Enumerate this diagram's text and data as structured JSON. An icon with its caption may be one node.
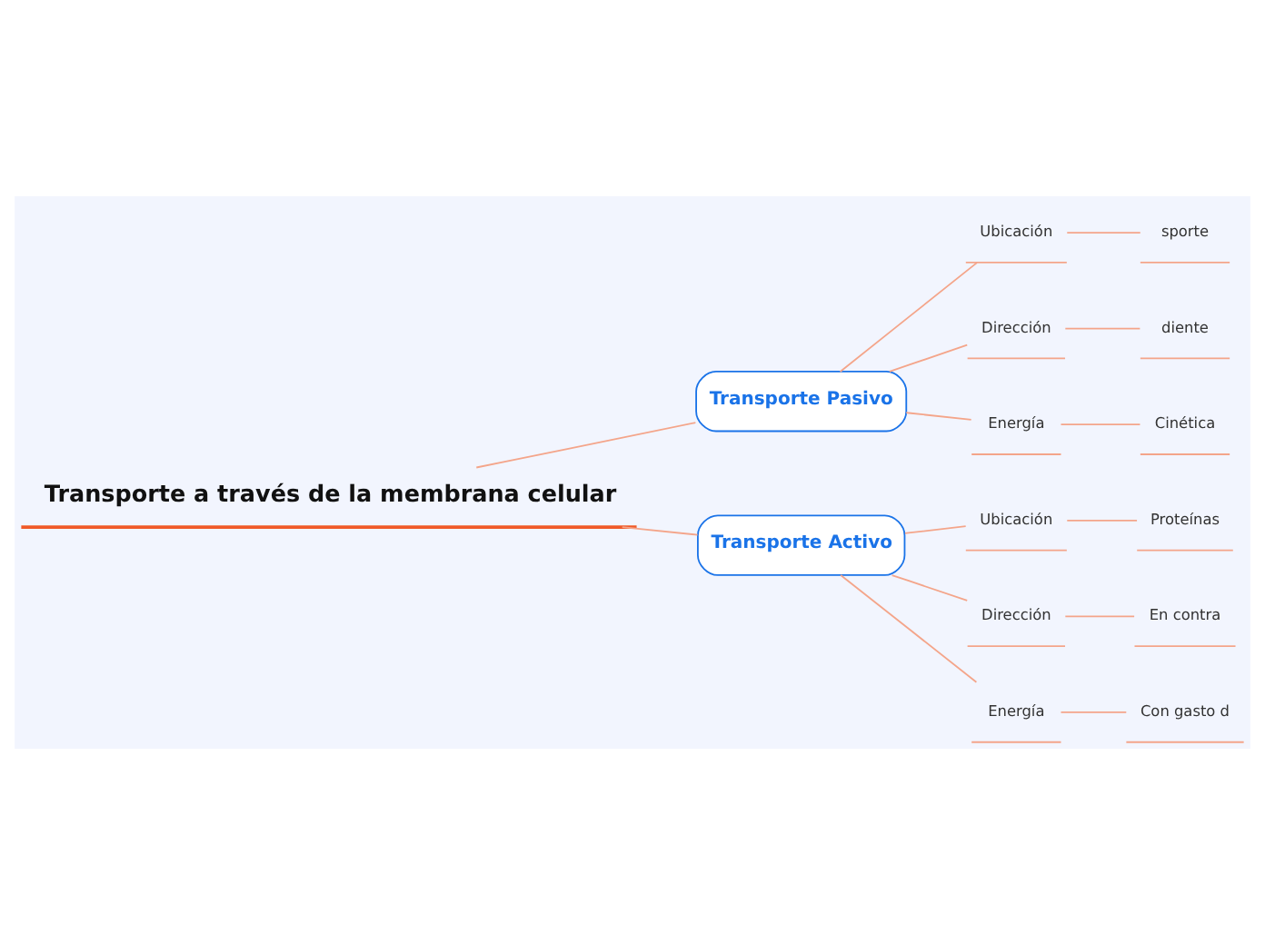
{
  "diagram": {
    "nodes": [
      {
        "text": [
          "Transporte a través de la membrana celular"
        ]
      },
      {
        "text": [
          "Transporte Pasivo"
        ]
      },
      {
        "text": [
          "Ubicación"
        ]
      },
      {
        "text": [
          "sporte"
        ]
      },
      {
        "text": [
          "Dirección"
        ]
      },
      {
        "text": [
          "diente"
        ]
      },
      {
        "text": [
          "Energía"
        ]
      },
      {
        "text": [
          "Cinética"
        ]
      },
      {
        "text": [
          "Transporte Activo"
        ]
      },
      {
        "text": [
          "Ubicación"
        ]
      },
      {
        "text": [
          "Proteínas"
        ]
      },
      {
        "text": [
          "Dirección"
        ]
      },
      {
        "text": [
          "En contra"
        ]
      },
      {
        "text": [
          "Energía"
        ]
      },
      {
        "text": [
          "Con gasto d"
        ]
      }
    ],
    "edges": [
      {
        "from": 0,
        "to": 1,
        "arrow": "none"
      },
      {
        "from": 1,
        "to": 2,
        "arrow": "none"
      },
      {
        "from": 2,
        "to": 3,
        "arrow": "none"
      },
      {
        "from": 1,
        "to": 4,
        "arrow": "none"
      },
      {
        "from": 4,
        "to": 5,
        "arrow": "none"
      },
      {
        "from": 1,
        "to": 6,
        "arrow": "none"
      },
      {
        "from": 6,
        "to": 7,
        "arrow": "none"
      },
      {
        "from": 0,
        "to": 8,
        "arrow": "none"
      },
      {
        "from": 8,
        "to": 9,
        "arrow": "none"
      },
      {
        "from": 9,
        "to": 10,
        "arrow": "none"
      },
      {
        "from": 8,
        "to": 11,
        "arrow": "none"
      },
      {
        "from": 11,
        "to": 12,
        "arrow": "none"
      },
      {
        "from": 8,
        "to": 13,
        "arrow": "none"
      },
      {
        "from": 13,
        "to": 14,
        "arrow": "none"
      }
    ]
  }
}
